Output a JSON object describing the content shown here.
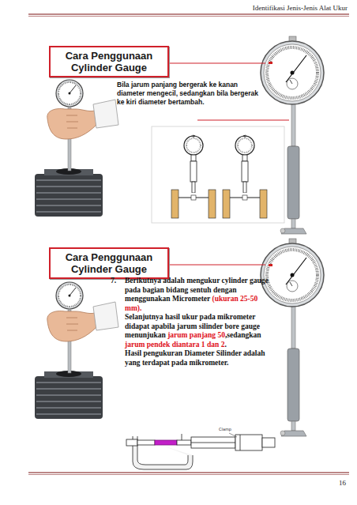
{
  "diagram": {
    "nodes": [
      {
        "text": [
          "Cara Penggunaan Cylinder Gauge"
        ]
      },
      {
        "text": [
          "Cara Penggunaan Cylinder Gauge"
        ]
      }
    ],
    "labels": [
      "Identifikasi Jenis-Jenis Alat Ukur",
      "Bila jarum panjang bergerak ke kanan diameter mengecil, sedangkan bila bergerak ke kiri diameter bertambah.",
      "7.",
      "Berikutnya adalah mengukur cylinder gauge pada bagian bidang sentuh dengan menggunakan Micrometer",
      "(ukuran 25-50 mm).",
      "Selanjutnya hasil ukur pada mikrometer didapat apabila jarum silinder bore gauge menunjukan",
      "jarum panjang 50",
      ",sedangkan",
      "jarum pendek diantara 1 dan 2",
      ".",
      "Hasil pengukuran Diameter Silinder adalah yang terdapat pada mikrometer.",
      "Clamp",
      "16"
    ]
  }
}
